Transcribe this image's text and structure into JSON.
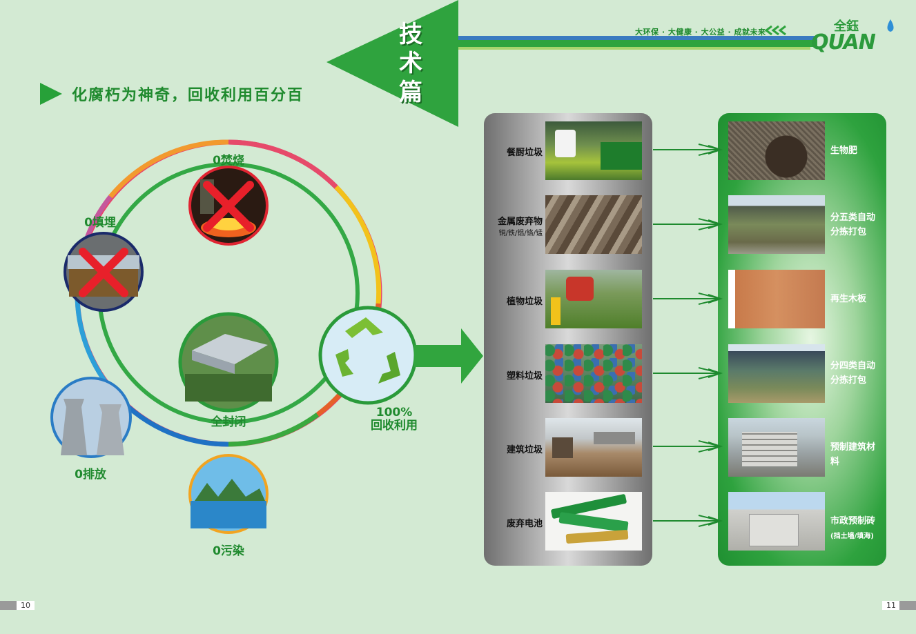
{
  "header": {
    "section_chars": [
      "技",
      "术",
      "篇"
    ],
    "slogan": "大环保 · 大健康 · 大公益 · 成就未来",
    "logo_cn": "全鈺",
    "logo_en": "QUAN"
  },
  "title": "化腐朽为神奇，回收利用百分百",
  "cycle": {
    "incineration": "0焚烧",
    "landfill": "0填埋",
    "emission": "0排放",
    "pollution": "0污染",
    "sealed": "全封闭",
    "recycle_pct": "100%",
    "recycle_label": "回收利用"
  },
  "rows": [
    {
      "input": "餐厨垃圾",
      "input_sub": "",
      "output": "生物肥",
      "output_sub": ""
    },
    {
      "input": "金属废弃物",
      "input_sub": "铜/铁/铝/铬/锰",
      "output": "分五类自动分拣打包",
      "output_sub": ""
    },
    {
      "input": "植物垃圾",
      "input_sub": "",
      "output": "再生木板",
      "output_sub": ""
    },
    {
      "input": "塑料垃圾",
      "input_sub": "",
      "output": "分四类自动分拣打包",
      "output_sub": ""
    },
    {
      "input": "建筑垃圾",
      "input_sub": "",
      "output": "预制建筑材料",
      "output_sub": ""
    },
    {
      "input": "废弃电池",
      "input_sub": "",
      "output": "市政预制砖",
      "output_sub": "(挡土墙/填海)"
    }
  ],
  "footer": {
    "page_left": "10",
    "page_right": "11"
  },
  "colors": {
    "brand_green": "#27a139",
    "dark_green": "#1f8a2e",
    "background": "#d3ead3",
    "cross_red": "#e8202a"
  }
}
